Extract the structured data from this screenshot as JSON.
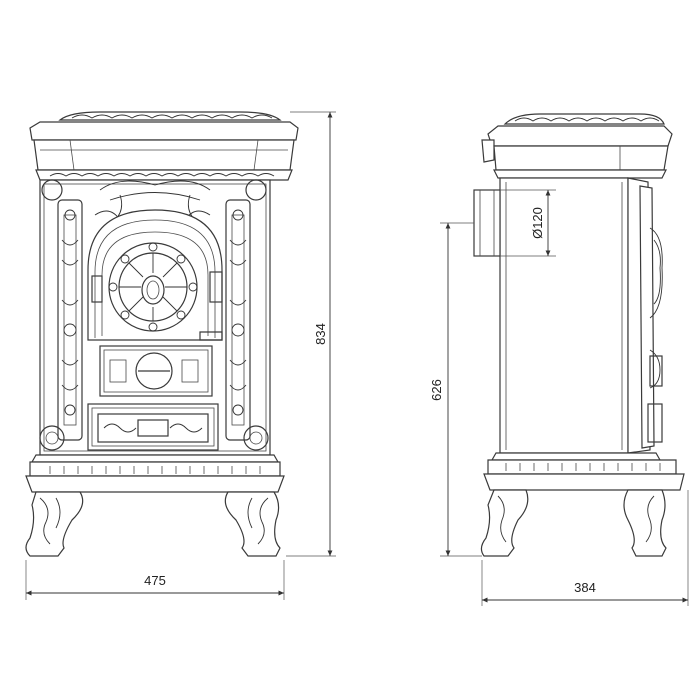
{
  "dimensions": {
    "width": "475",
    "height": "834",
    "depth": "384",
    "flue_height": "626",
    "flue_diameter": "Ø120"
  },
  "colors": {
    "line": "#3a3a3a",
    "background": "#ffffff"
  }
}
